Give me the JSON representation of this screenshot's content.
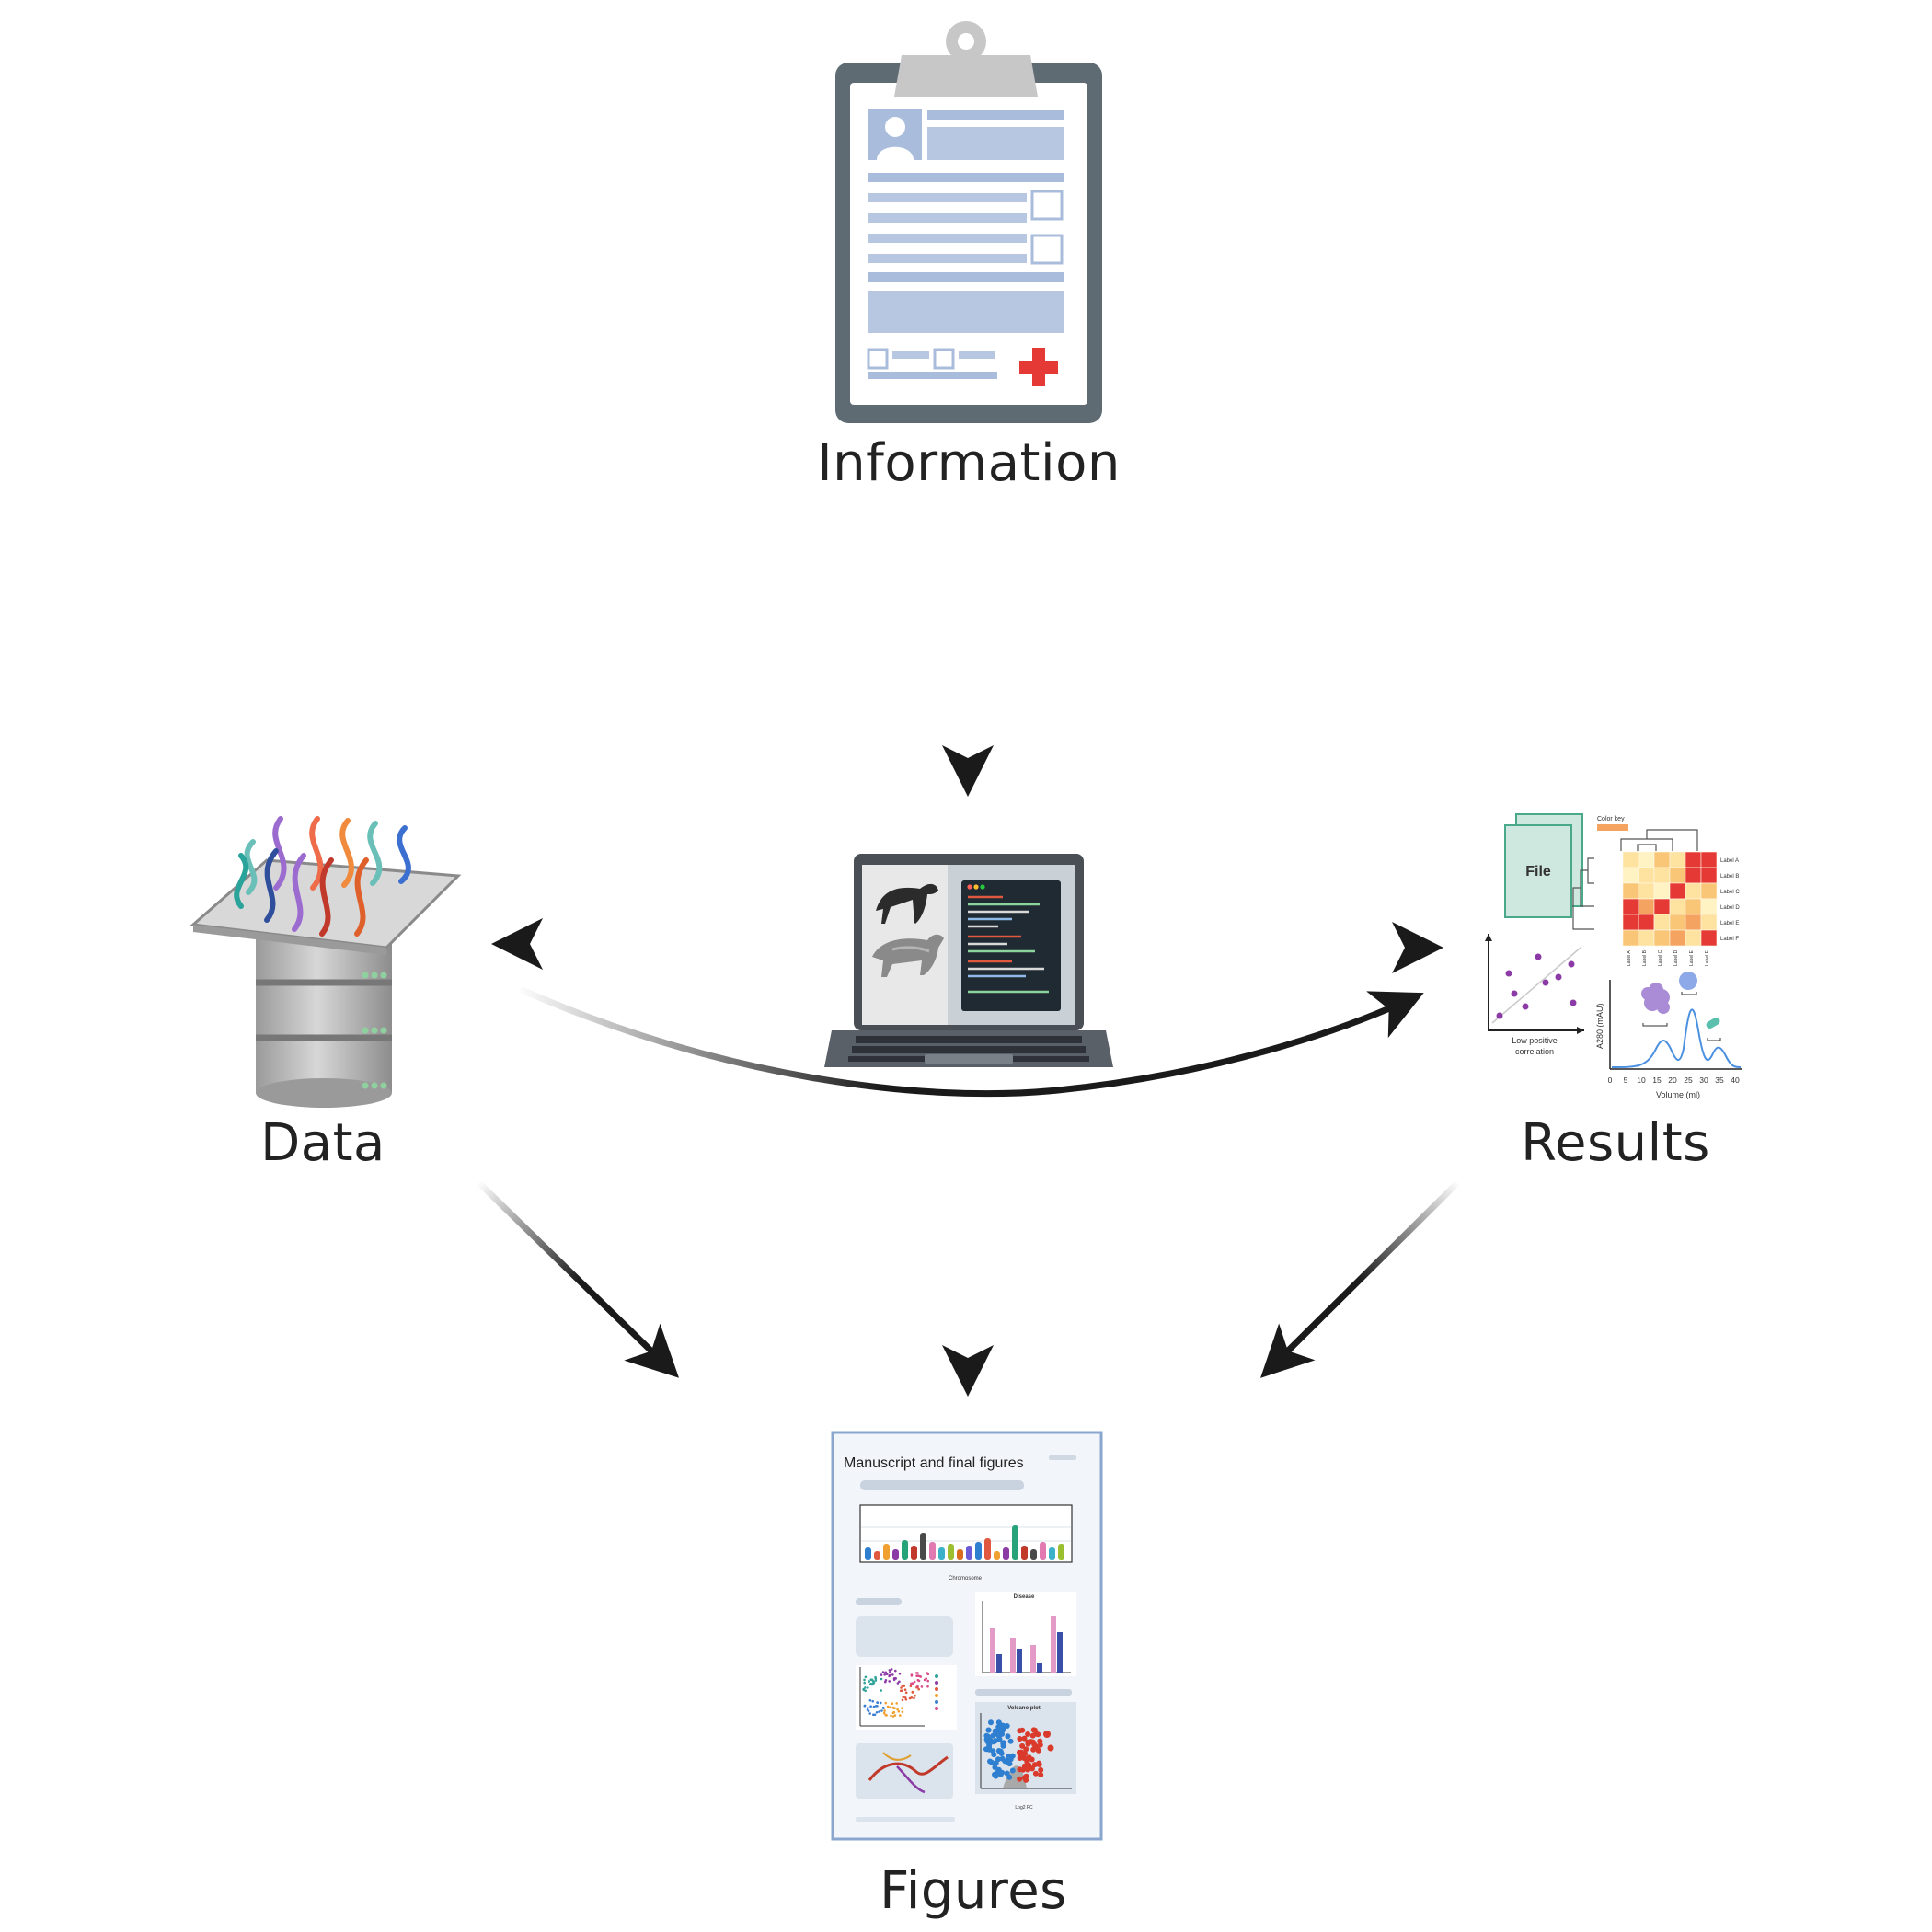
{
  "nodes": {
    "information": {
      "label": "Information"
    },
    "data": {
      "label": "Data"
    },
    "results": {
      "label": "Results"
    },
    "figures": {
      "label": "Figures"
    }
  },
  "results_panel": {
    "file_label": "File",
    "color_key_label": "Color key",
    "heatmap_row_labels": [
      "Label A",
      "Label B",
      "Label C",
      "Label D",
      "Label E",
      "Label F"
    ],
    "scatter_caption_line1": "Low positive",
    "scatter_caption_line2": "correlation",
    "chrom_ylabel": "A280 (mAU)",
    "chrom_xlabel": "Volume (ml)",
    "chrom_ticks": [
      "0",
      "5",
      "10",
      "15",
      "20",
      "25",
      "30",
      "35",
      "40"
    ]
  },
  "manuscript": {
    "title": "Manuscript and final figures",
    "manhattan_xlabel": "Chromosome",
    "bar_chart_title": "Disease",
    "volcano_title": "Volcano plot",
    "volcano_xlabel": "Log2 FC"
  },
  "colors": {
    "arrow": "#1a1a1a",
    "clipboard_frame": "#5f6b73",
    "form_blue": "#a9bcdb",
    "cross_red": "#e53935",
    "file_teal": "#cfe8df",
    "heatmap_hot": "#e53935",
    "volcano_blue": "#2f7fd1",
    "volcano_red": "#d93a2b"
  }
}
